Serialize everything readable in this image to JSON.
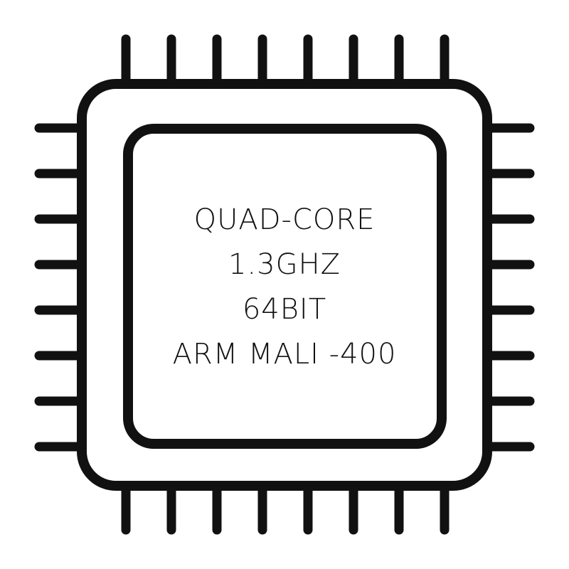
{
  "icon": "processor-chip-icon",
  "colors": {
    "stroke": "#111111",
    "background": "#ffffff"
  },
  "pins_per_side": 8,
  "spec_lines": [
    "QUAD-CORE",
    "1.3GHZ",
    "64BIT",
    "ARM MALI -400"
  ]
}
